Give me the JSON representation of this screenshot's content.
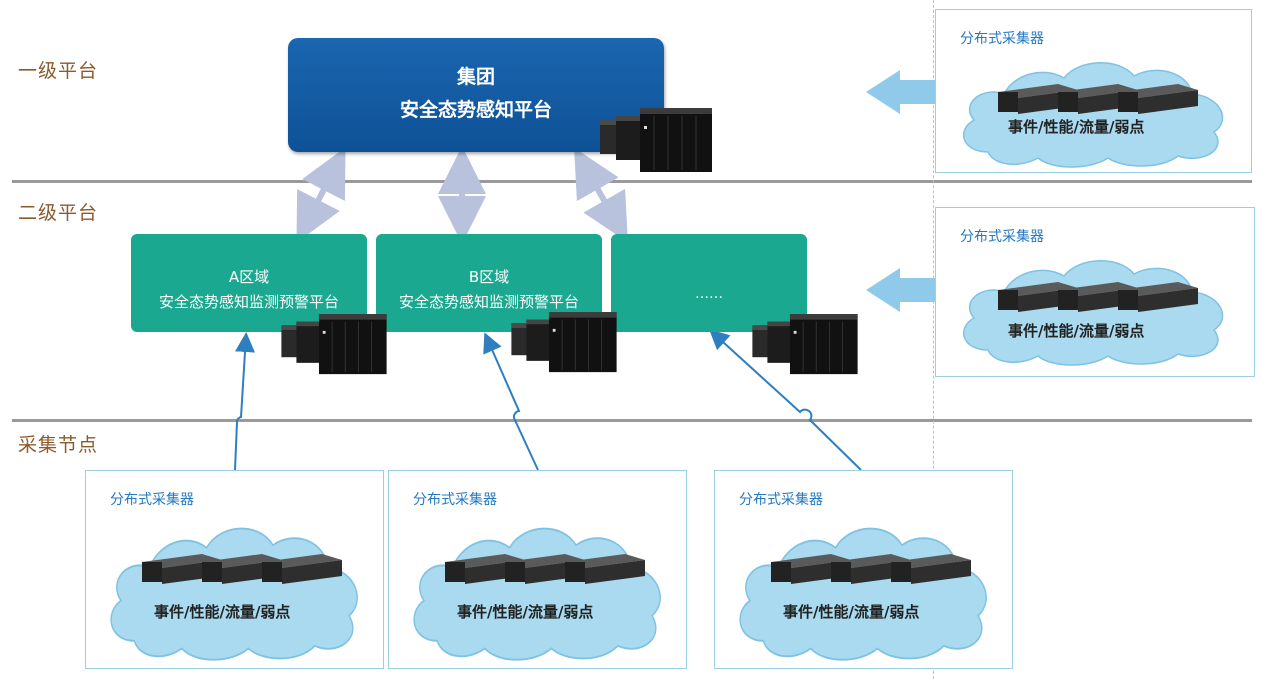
{
  "tiers": {
    "level1": "一级平台",
    "level2": "二级平台",
    "collect": "采集节点"
  },
  "top_platform": {
    "line1": "集团",
    "line2": "安全态势感知平台"
  },
  "regions": [
    {
      "line1": "A区域",
      "line2": "安全态势感知监测预警平台"
    },
    {
      "line1": "B区域",
      "line2": "安全态势感知监测预警平台"
    },
    {
      "line1": "",
      "line2": "……"
    }
  ],
  "collectors": {
    "title": "分布式采集器",
    "caption": "事件/性能/流量/弱点"
  },
  "colors": {
    "top_box": "#0e5196",
    "region_box": "#1aa890",
    "cloud": "#a9daf0",
    "arrow_thick": "#8fcaeb",
    "arrow_double": "#b8c2dc",
    "arrow_thin": "#2f7fc0",
    "tier_text": "#8a5a2e"
  }
}
